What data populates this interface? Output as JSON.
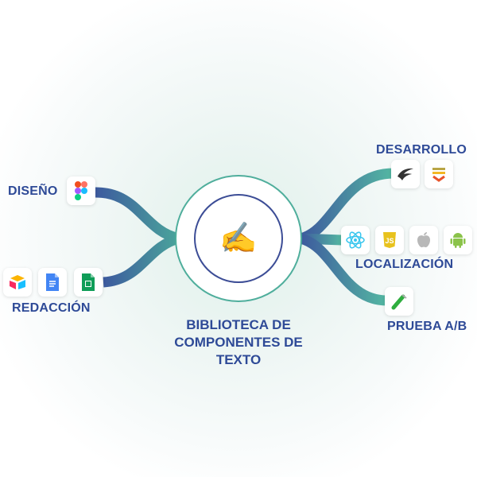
{
  "center": {
    "title_lines": [
      "BIBLIOTECA DE",
      "COMPONENTES DE",
      "TEXTO"
    ],
    "icon": "writing-hand-icon",
    "emoji": "✍️"
  },
  "branches": {
    "design": {
      "label": "DISEÑO",
      "icons": [
        "figma-icon"
      ]
    },
    "writing": {
      "label": "REDACCIÓN",
      "icons": [
        "airtable-icon",
        "google-docs-icon",
        "google-sheets-icon"
      ]
    },
    "development": {
      "label": "DESARROLLO",
      "icons": [
        "wing-icon",
        "stackoverflow-icon"
      ]
    },
    "localization": {
      "label": "LOCALIZACIÓN",
      "icons": [
        "react-icon",
        "javascript-icon",
        "apple-icon",
        "android-icon"
      ]
    },
    "ab_testing": {
      "label": "PRUEBA A/B",
      "icons": [
        "test-tube-icon"
      ]
    }
  },
  "colors": {
    "text": "#2e4a97",
    "teal": "#4fae9c",
    "navy": "#3c4d96"
  }
}
